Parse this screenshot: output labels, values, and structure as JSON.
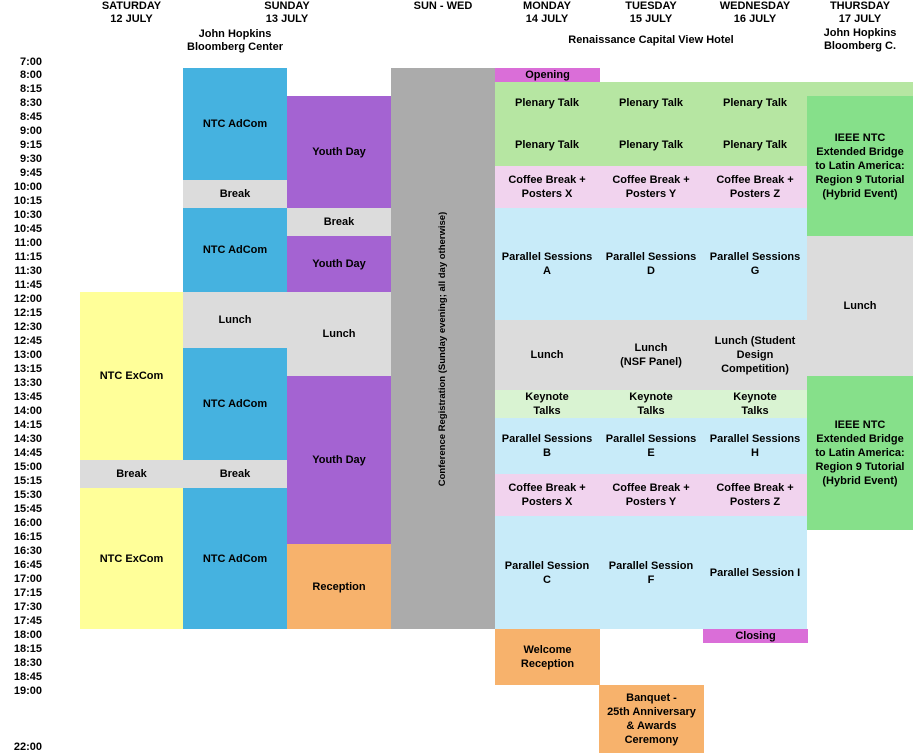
{
  "headers": {
    "saturday": {
      "day": "SATURDAY",
      "date": "12 JULY"
    },
    "sunday": {
      "day": "SUNDAY",
      "date": "13 JULY",
      "venue": "John Hopkins\nBloomberg Center"
    },
    "sunwed": {
      "day": "SUN - WED"
    },
    "monday": {
      "day": "MONDAY",
      "date": "14 JULY"
    },
    "tuesday": {
      "day": "TUESDAY",
      "date": "15 JULY"
    },
    "wednesday": {
      "day": "WEDNESDAY",
      "date": "16 JULY"
    },
    "hotel": "Renaissance Capital View Hotel",
    "thursday": {
      "day": "THURSDAY",
      "date": "17 JULY",
      "venue": "John Hopkins\nBloomberg C."
    }
  },
  "times": [
    "7:00",
    "8:00",
    "8:15",
    "8:30",
    "8:45",
    "9:00",
    "9:15",
    "9:30",
    "9:45",
    "10:00",
    "10:15",
    "10:30",
    "10:45",
    "11:00",
    "11:15",
    "11:30",
    "11:45",
    "12:00",
    "12:15",
    "12:30",
    "12:45",
    "13:00",
    "13:15",
    "13:30",
    "13:45",
    "14:00",
    "14:15",
    "14:30",
    "14:45",
    "15:00",
    "15:15",
    "15:30",
    "15:45",
    "16:00",
    "16:15",
    "16:30",
    "16:45",
    "17:00",
    "17:15",
    "17:30",
    "17:45",
    "18:00",
    "18:15",
    "18:30",
    "18:45",
    "19:00",
    "22:00"
  ],
  "sessions": {
    "saturday": {
      "excom1": "NTC ExCom",
      "break": "Break",
      "excom2": "NTC ExCom"
    },
    "sunday_a": {
      "adcom1": "NTC AdCom",
      "break1": "Break",
      "adcom2": "NTC AdCom",
      "lunch": "Lunch",
      "adcom3": "NTC AdCom",
      "break2": "Break",
      "adcom4": "NTC AdCom"
    },
    "sunday_b": {
      "youth1": "Youth Day",
      "break": "Break",
      "youth2": "Youth Day",
      "lunch": "Lunch",
      "youth3": "Youth Day",
      "reception": "Reception"
    },
    "registration": "Conference Registration (Sunday evening; all day otherwise)",
    "monday": {
      "opening": "Opening",
      "plenary1": "Plenary Talk",
      "plenary2": "Plenary Talk",
      "coffee1": "Coffee Break +\nPosters X",
      "parallel1": "Parallel Sessions\nA",
      "lunch": "Lunch",
      "keynote": "Keynote\nTalks",
      "parallel2": "Parallel Sessions\nB",
      "coffee2": "Coffee Break +\nPosters X",
      "parallel3": "Parallel Session\nC",
      "welcome": "Welcome\nReception"
    },
    "tuesday": {
      "plenary1": "Plenary Talk",
      "plenary2": "Plenary Talk",
      "coffee1": "Coffee Break +\nPosters Y",
      "parallel1": "Parallel Sessions\nD",
      "lunch": "Lunch\n(NSF Panel)",
      "keynote": "Keynote\nTalks",
      "parallel2": "Parallel Sessions\nE",
      "coffee2": "Coffee Break +\nPosters Y",
      "parallel3": "Parallel Session\nF",
      "banquet": "Banquet -\n25th Anniversary\n& Awards\nCeremony"
    },
    "wednesday": {
      "plenary1": "Plenary Talk",
      "plenary2": "Plenary Talk",
      "coffee1": "Coffee Break +\nPosters Z",
      "parallel1": "Parallel Sessions\nG",
      "lunch": "Lunch (Student\nDesign\nCompetition)",
      "keynote": "Keynote\nTalks",
      "parallel2": "Parallel Sessions\nH",
      "coffee2": "Coffee Break +\nPosters Z",
      "parallel3": "Parallel Session I",
      "closing": "Closing"
    },
    "thursday": {
      "tutorial1": "IEEE NTC\nExtended Bridge\nto Latin America:\nRegion 9 Tutorial\n(Hybrid Event)",
      "lunch": "Lunch",
      "tutorial2": "IEEE NTC\nExtended Bridge\nto Latin America:\nRegion 9 Tutorial\n(Hybrid Event)"
    }
  },
  "colors": {
    "adcom": "#45b2e0",
    "youth": "#a463d2",
    "break": "#dcdcdc",
    "excom": "#ffff99",
    "reception": "#f7b26c",
    "plenary": "#b6e6a2",
    "tutorial": "#86e08a",
    "coffee": "#f1d3ee",
    "parallel": "#c8ebf9",
    "opening": "#da6ed8",
    "keynote": "#d9f3d2",
    "registration": "#ababab"
  }
}
